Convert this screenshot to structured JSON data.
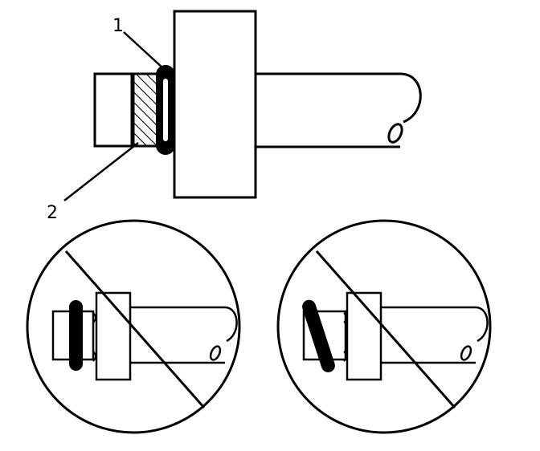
{
  "callouts": [
    {
      "id": "1",
      "text": "1",
      "part": "o-ring"
    },
    {
      "id": "2",
      "text": "2",
      "part": "backup-ring"
    }
  ],
  "views": [
    {
      "name": "correct-installation",
      "status": "correct"
    },
    {
      "name": "incorrect-ring-gap",
      "status": "incorrect"
    },
    {
      "name": "incorrect-ring-tilted",
      "status": "incorrect"
    }
  ],
  "colors": {
    "line": "#000000",
    "background": "#ffffff"
  }
}
